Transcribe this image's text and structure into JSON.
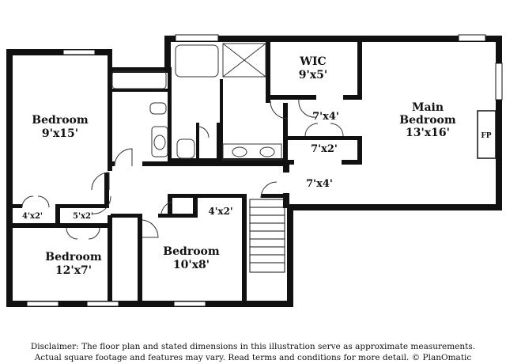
{
  "rooms": {
    "bedroom_left": {
      "name": "Bedroom",
      "size": "9'x15'"
    },
    "bedroom_bottom_left": {
      "name": "Bedroom",
      "size": "12'x7'"
    },
    "bedroom_bottom_mid": {
      "name": "Bedroom",
      "size": "10'x8'"
    },
    "wic": {
      "name": "WIC",
      "size": "9'x5'"
    },
    "main_bedroom": {
      "name_line1": "Main",
      "name_line2": "Bedroom",
      "size": "13'x16'"
    }
  },
  "closets": {
    "closet_left": "4'x2'",
    "closet_mid": "5'x2'",
    "closet_hall": "4'x2'",
    "closet_wic_upper": "7'x4'",
    "closet_wic_lower": "7'x2'",
    "closet_main": "7'x4'"
  },
  "fireplace_label": "FP",
  "disclaimer": {
    "line1": "Disclaimer: The floor plan and stated dimensions in this illustration serve as approximate measurements.",
    "line2": "Actual square footage and features may vary. Read terms and conditions for more detail. © PlanOmatic"
  }
}
